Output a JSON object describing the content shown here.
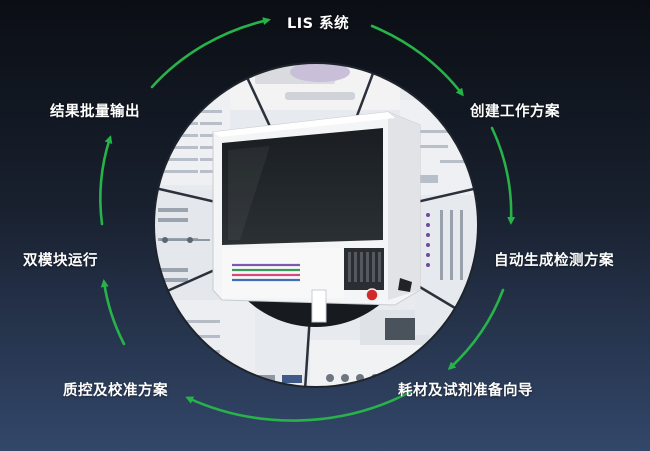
{
  "steps": {
    "lis": "LIS 系统",
    "create_plan": "创建工作方案",
    "auto_generate": "自动生成检测方案",
    "consumables_guide": "耗材及试剂准备向导",
    "qc_calibration": "质控及校准方案",
    "dual_module": "双模块运行",
    "batch_output": "结果批量输出"
  },
  "colors": {
    "arrow": "#27b34a",
    "background_top": "#0b0e14",
    "background_bottom": "#33476a",
    "label": "#ffffff"
  }
}
